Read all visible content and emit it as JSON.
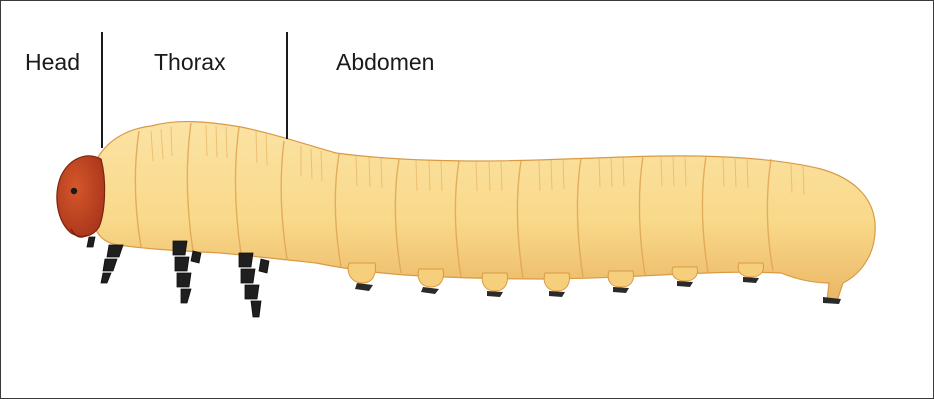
{
  "labels": {
    "head": "Head",
    "thorax": "Thorax",
    "abdomen": "Abdomen"
  },
  "colors": {
    "body_fill": "#f9d98a",
    "body_highlight": "#fdeab8",
    "body_shadow": "#e8b25c",
    "head_fill": "#c4431d",
    "leg_color": "#1f1f1f",
    "proleg_tip": "#2a2a2a"
  },
  "icons": {
    "illustration": "caterpillar-larva"
  }
}
